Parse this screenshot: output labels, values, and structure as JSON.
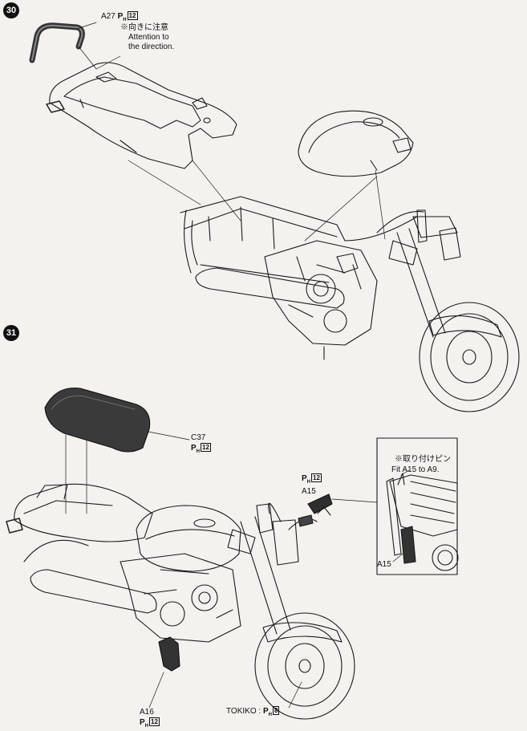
{
  "steps": {
    "step30": "30",
    "step31": "31"
  },
  "step30": {
    "part_a27": "A27",
    "paint_a27": {
      "p": "P",
      "h": "H",
      "num": "12"
    },
    "note_jp": "※向きに注意",
    "note_en_1": "Attention to",
    "note_en_2": "the direction."
  },
  "step31": {
    "part_c37": "C37",
    "paint_c37": {
      "p": "P",
      "h": "H",
      "num": "12"
    },
    "paint_a15": {
      "p": "P",
      "h": "H",
      "num": "12"
    },
    "part_a15": "A15",
    "detail_note_jp": "※取り付けピン",
    "detail_note_en": "Fit A15 to A9.",
    "detail_part_a15": "A15",
    "part_a16": "A16",
    "paint_a16": {
      "p": "P",
      "h": "H",
      "num": "12"
    },
    "tokiko_label": "TOKIKO : ",
    "paint_tokiko": {
      "p": "P",
      "h": "H",
      "num": "8"
    }
  }
}
